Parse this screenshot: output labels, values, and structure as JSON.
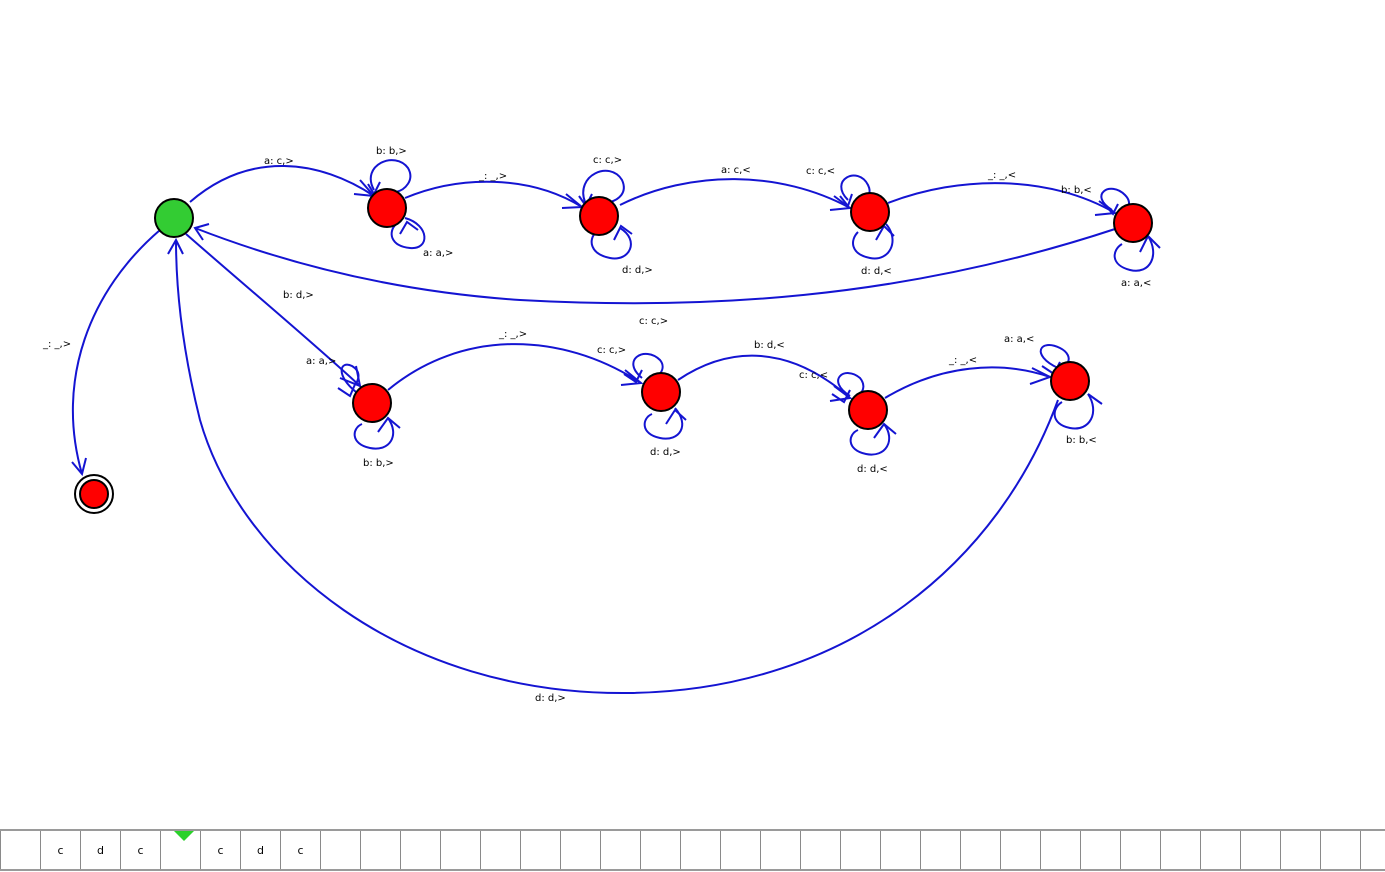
{
  "colors": {
    "edge": "#1414d2",
    "state": "#ff0000",
    "initial_state": "#33cc33",
    "tape_head": "#2bd12b"
  },
  "states": [
    {
      "id": "start",
      "kind": "initial"
    },
    {
      "id": "top-1",
      "kind": "normal"
    },
    {
      "id": "top-2",
      "kind": "normal"
    },
    {
      "id": "top-3",
      "kind": "normal"
    },
    {
      "id": "top-4",
      "kind": "normal"
    },
    {
      "id": "bottom-1",
      "kind": "normal"
    },
    {
      "id": "bottom-2",
      "kind": "normal"
    },
    {
      "id": "bottom-3",
      "kind": "normal"
    },
    {
      "id": "bottom-4",
      "kind": "normal"
    },
    {
      "id": "accept",
      "kind": "final"
    }
  ],
  "transitions": {
    "start_top1": "a: c,>",
    "top1_loop_top": "b: b,>",
    "top1_loop_bottom": "a: a,>",
    "top1_top2": "_: _,>",
    "top2_loop_top": "c: c,>",
    "top2_loop_bottom": "d: d,>",
    "top2_top3": "a: c,<",
    "top3_loop_top": "c: c,<",
    "top3_loop_bottom": "d: d,<",
    "top3_top4": "_: _,<",
    "top4_loop_top": "b: b,<",
    "top4_loop_bottom": "a: a,<",
    "top4_start": "c: c,>",
    "start_bottom1": "b: d,>",
    "bottom1_loop_top": "a: a,>",
    "bottom1_loop_bottom": "b: b,>",
    "bottom1_bottom2": "_: _,>",
    "bottom2_loop_top": "c: c,>",
    "bottom2_loop_bottom": "d: d,>",
    "bottom2_bottom3": "b: d,<",
    "bottom3_loop_top": "c: c,<",
    "bottom3_loop_bottom": "d: d,<",
    "bottom3_bottom4": "_: _,<",
    "bottom4_loop_top": "a: a,<",
    "bottom4_loop_bottom": "b: b,<",
    "bottom4_start": "d: d,>",
    "start_accept": "_: _,>"
  },
  "tape": {
    "cells": [
      "",
      "c",
      "d",
      "c",
      "",
      "c",
      "d",
      "c",
      "",
      "",
      "",
      "",
      "",
      "",
      "",
      "",
      "",
      "",
      "",
      "",
      "",
      "",
      "",
      "",
      "",
      "",
      "",
      "",
      "",
      "",
      "",
      "",
      "",
      "",
      ""
    ],
    "head_index": 4
  }
}
